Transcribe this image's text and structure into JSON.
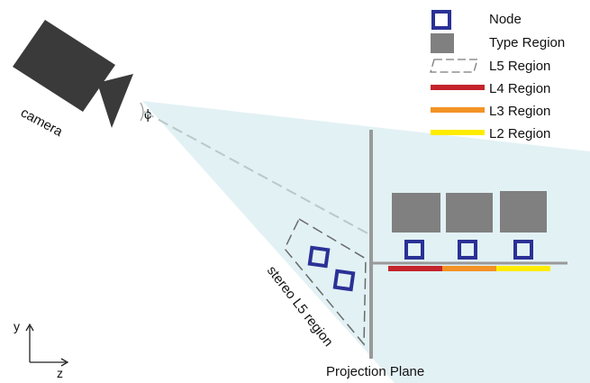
{
  "labels": {
    "camera": "camera",
    "angle": "ϕ",
    "stereo_region": "stereo L5 region",
    "projection_plane": "Projection Plane",
    "axis_y": "y",
    "axis_z": "z"
  },
  "legend": {
    "node": "Node",
    "type_region": "Type Region",
    "l5_region": "L5 Region",
    "l4_region": "L4 Region",
    "l3_region": "L3 Region",
    "l2_region": "L2 Region"
  },
  "colors": {
    "frustum": "#e2f1f4",
    "camera": "#3a3a3a",
    "plane": "#999999",
    "node": "#2b3196",
    "type_region": "#808080",
    "l5_region": "#7a7a7a",
    "l4_region": "#c4242b",
    "l3_region": "#f39325",
    "l2_region": "#ffec00",
    "sightline": "#b9c9c9"
  }
}
